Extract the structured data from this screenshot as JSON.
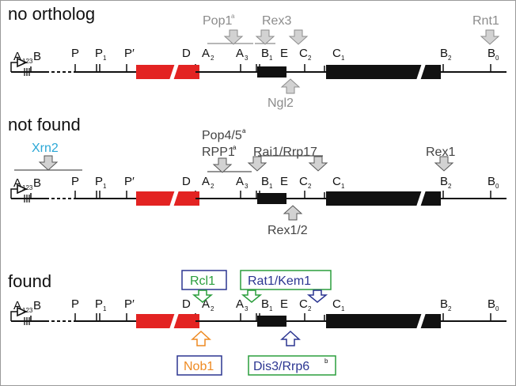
{
  "sections": {
    "no_ortholog": {
      "title": "no ortholog"
    },
    "not_found": {
      "title": "not found"
    },
    "found": {
      "title": "found"
    }
  },
  "sites": {
    "A0": "A",
    "A0_sub": "123",
    "B": "B",
    "P": "P",
    "P1": "P",
    "P1_sub": "1",
    "Pprime": "P′",
    "D": "D",
    "A2": "A",
    "A2_sub": "2",
    "A3": "A",
    "A3_sub": "3",
    "B1": "B",
    "B1_sub": "1",
    "E": "E",
    "C2": "C",
    "C2_sub": "2",
    "C1": "C",
    "C1_sub": "1",
    "B2": "B",
    "B2_sub": "2",
    "B0": "B",
    "B0_sub": "0"
  },
  "enzymes": {
    "no_ortholog": {
      "pop1": "Pop1",
      "pop1_sup": "a",
      "rex3": "Rex3",
      "rnt1": "Rnt1",
      "ngl2": "Ngl2"
    },
    "not_found": {
      "xrn2": "Xrn2",
      "pop45": "Pop4/5",
      "pop45_sup": "a",
      "rpp1": "RPP1",
      "rpp1_sup": "a",
      "rai1": "Rai1/Rrp17",
      "rex1": "Rex1",
      "rex12": "Rex1/2"
    },
    "found": {
      "rcl1": "Rcl1",
      "rat1": "Rat1/Kem1",
      "nob1": "Nob1",
      "dis3": "Dis3/Rrp6",
      "dis3_sup": "b"
    }
  },
  "colors": {
    "gray": "#8c8c8c",
    "cyan": "#2aa7d6",
    "green": "#2a9d3c",
    "navy": "#2b3591",
    "orange": "#ee8a22",
    "red": "#e32322",
    "black": "#111111"
  }
}
